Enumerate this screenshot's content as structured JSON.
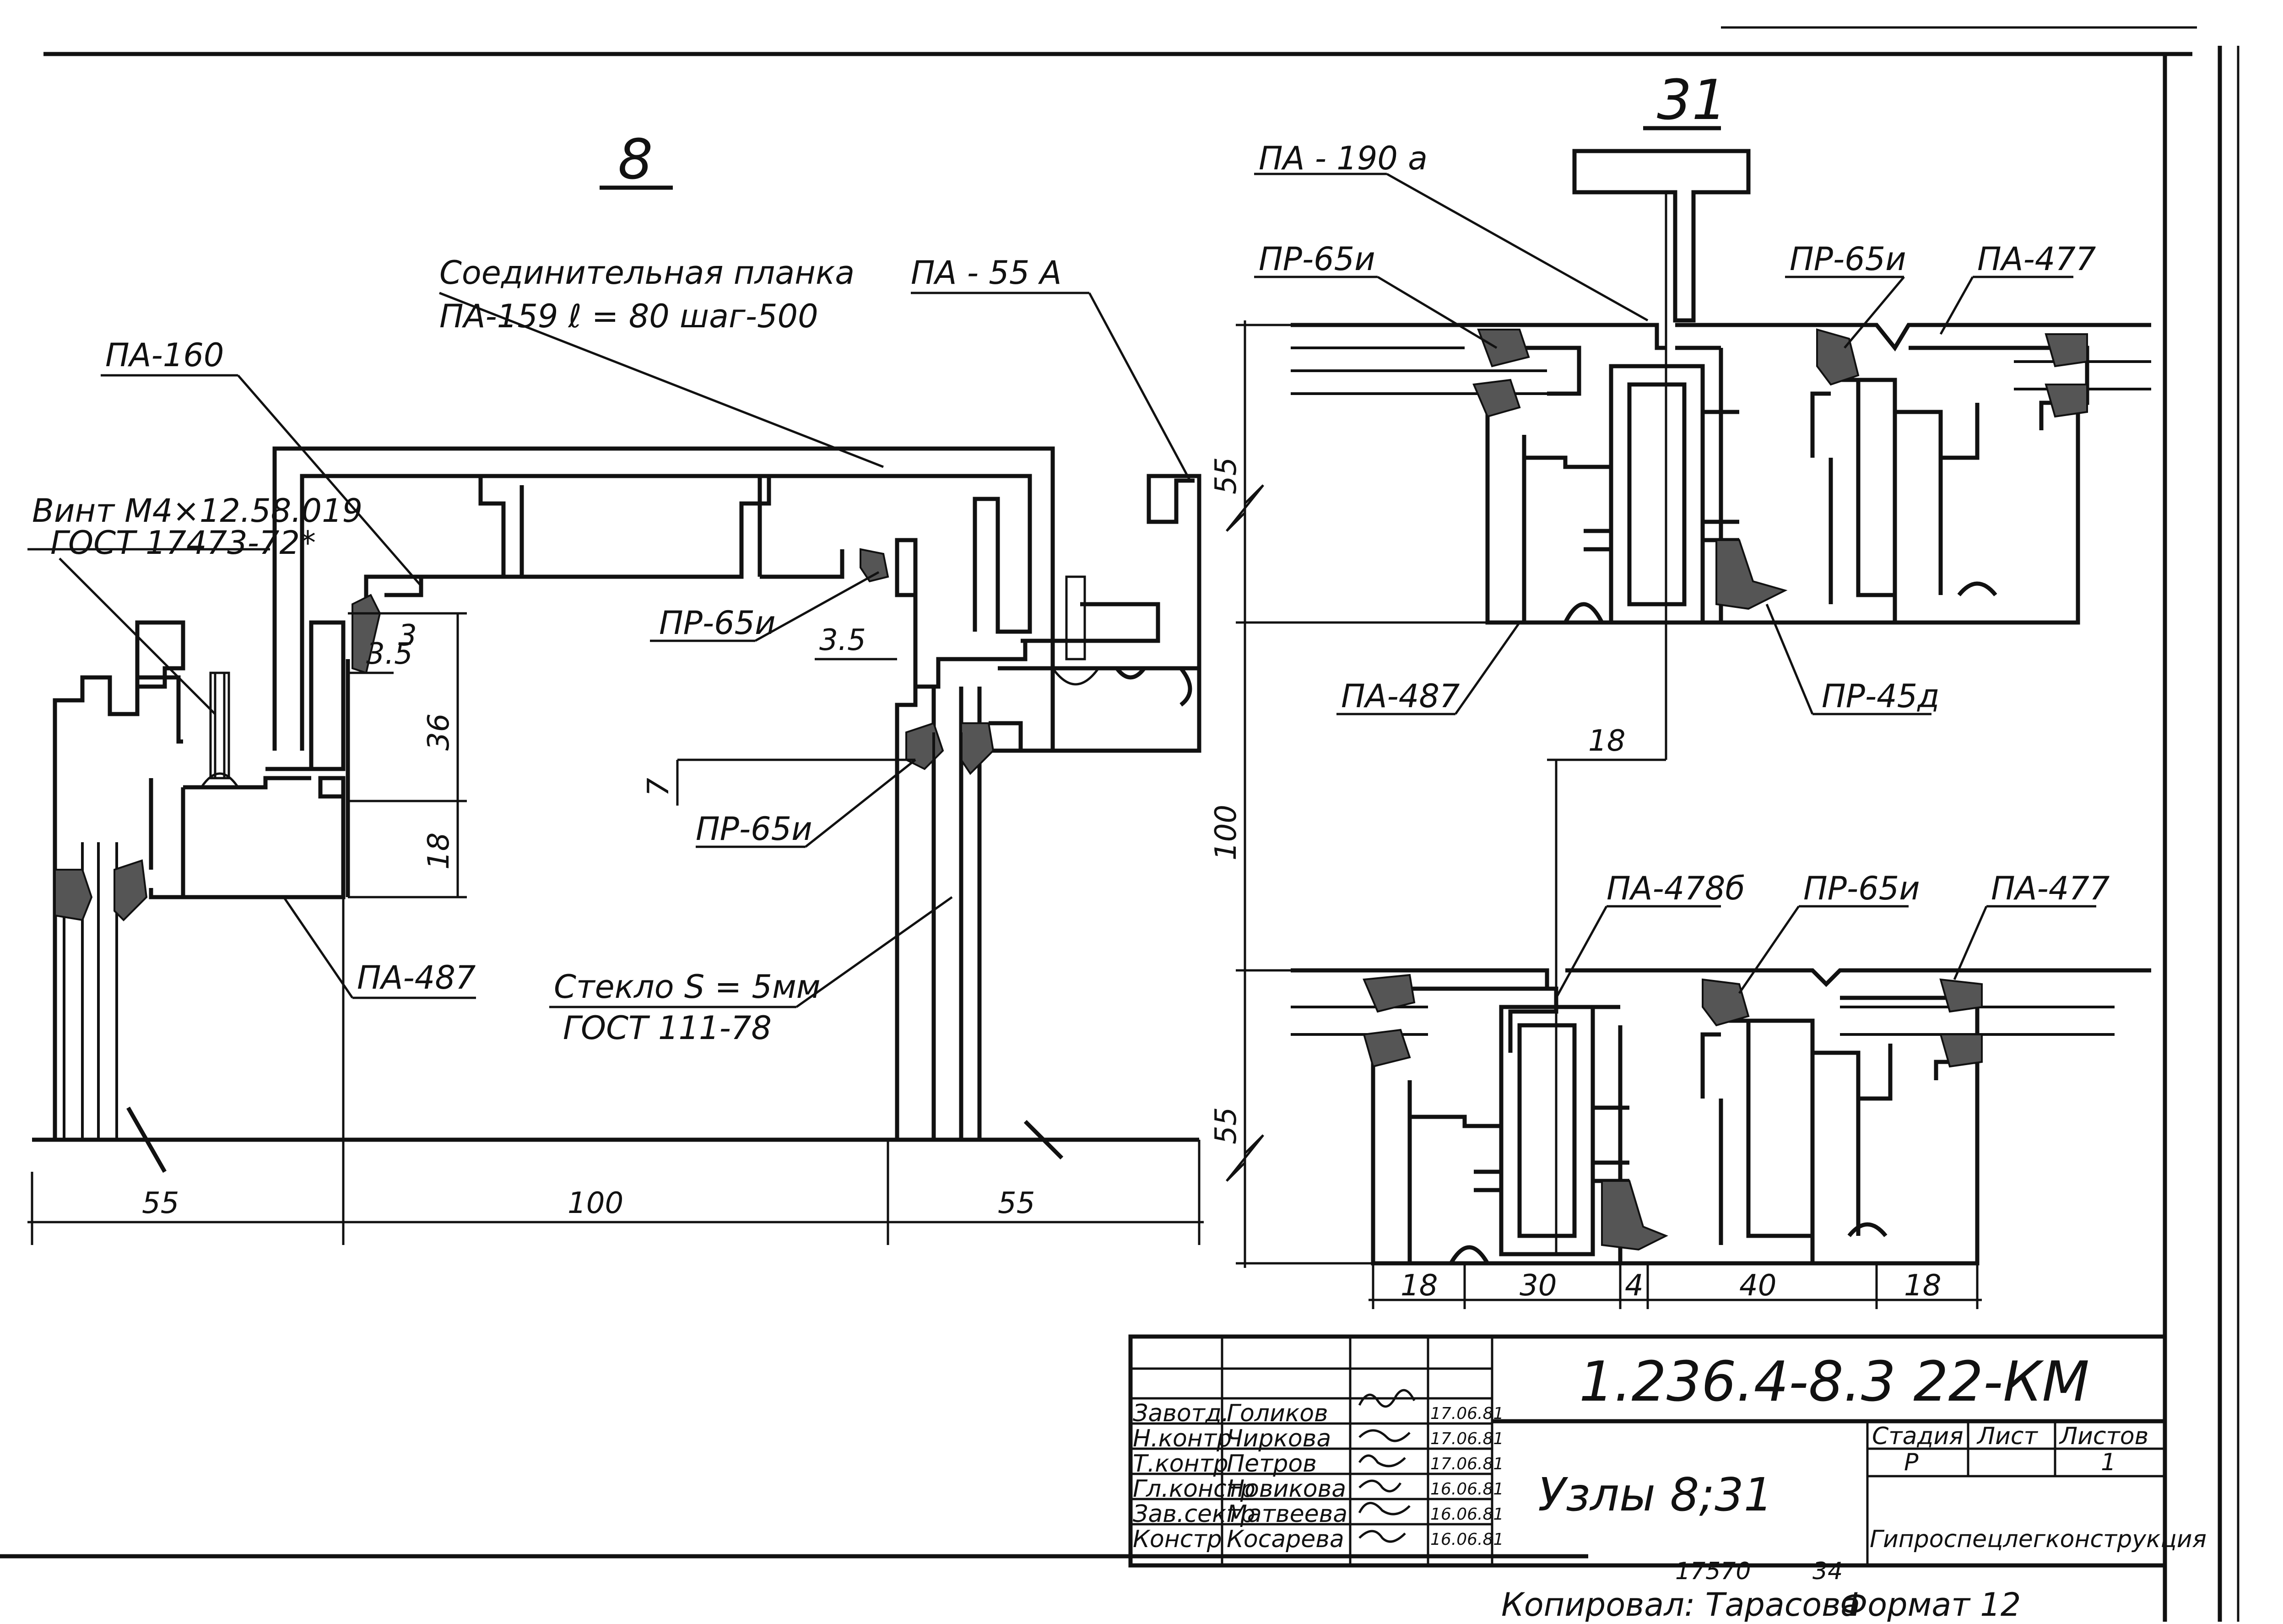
{
  "detail_8": {
    "title": "8",
    "labels": {
      "connector_strip_title": "Соединительная планка",
      "connector_strip_spec": "ПА-159  ℓ = 80 шаг-500",
      "pa55a": "ПА - 55 А",
      "pa160": "ПА-160",
      "screw_spec": "Винт М4×12.58.019",
      "screw_gost": "ГОСТ 17473-72*",
      "pr65i_top": "ПР-65и",
      "pr65i_mid": "ПР-65и",
      "pa487": "ПА-487",
      "glass_spec": "Стекло S = 5мм",
      "glass_gost": "ГОСТ 111-78"
    },
    "dims": {
      "d3_5_left": "3.5",
      "d3_small": "3",
      "d3_5_right": "3.5",
      "d36": "36",
      "d7": "7",
      "d18": "18",
      "d55_left": "55",
      "d100": "100",
      "d55_right": "55"
    }
  },
  "detail_31": {
    "title": "31",
    "labels": {
      "pa190a": "ПА - 190 а",
      "pr65i_a": "ПР-65и",
      "pr65i_b": "ПР-65и",
      "pa477_top": "ПА-477",
      "pa487": "ПА-487",
      "pr45d": "ПР-45д",
      "pa478b": "ПА-478б",
      "pr65i_c": "ПР-65и",
      "pa477_bottom": "ПА-477"
    },
    "dims": {
      "d55_top": "55",
      "d100": "100",
      "d55_bottom": "55",
      "d18_top": "18",
      "b18_left": "18",
      "b30": "30",
      "b4": "4",
      "b40": "40",
      "b18_right": "18"
    }
  },
  "title_block": {
    "doc_number": "1.236.4-8.3 22-КМ",
    "sheet_title": "Узлы 8;31",
    "stage_header": "Стадия",
    "sheet_header": "Лист",
    "sheets_header": "Листов",
    "stage_value": "Р",
    "sheet_value": "",
    "sheets_value": "1",
    "organization": "Гипроспецлегконструкция",
    "signatures": [
      {
        "role": "Завотд.",
        "name": "Голиков",
        "date": "17.06.81"
      },
      {
        "role": "Н.контр",
        "name": "Чиркова",
        "date": "17.06.81"
      },
      {
        "role": "Т.контр",
        "name": "Петров",
        "date": "17.06.81"
      },
      {
        "role": "Гл.констр",
        "name": "Новикова",
        "date": "16.06.81"
      },
      {
        "role": "Зав.сектр",
        "name": "Матвеева",
        "date": "16.06.81"
      },
      {
        "role": "Констр",
        "name": "Косарева",
        "date": "16.06.81"
      }
    ]
  },
  "footer": {
    "stamp_number": "17570",
    "stamp_page": "34",
    "copied_by": "Копировал: Тарасова",
    "format": "Формат 12"
  }
}
